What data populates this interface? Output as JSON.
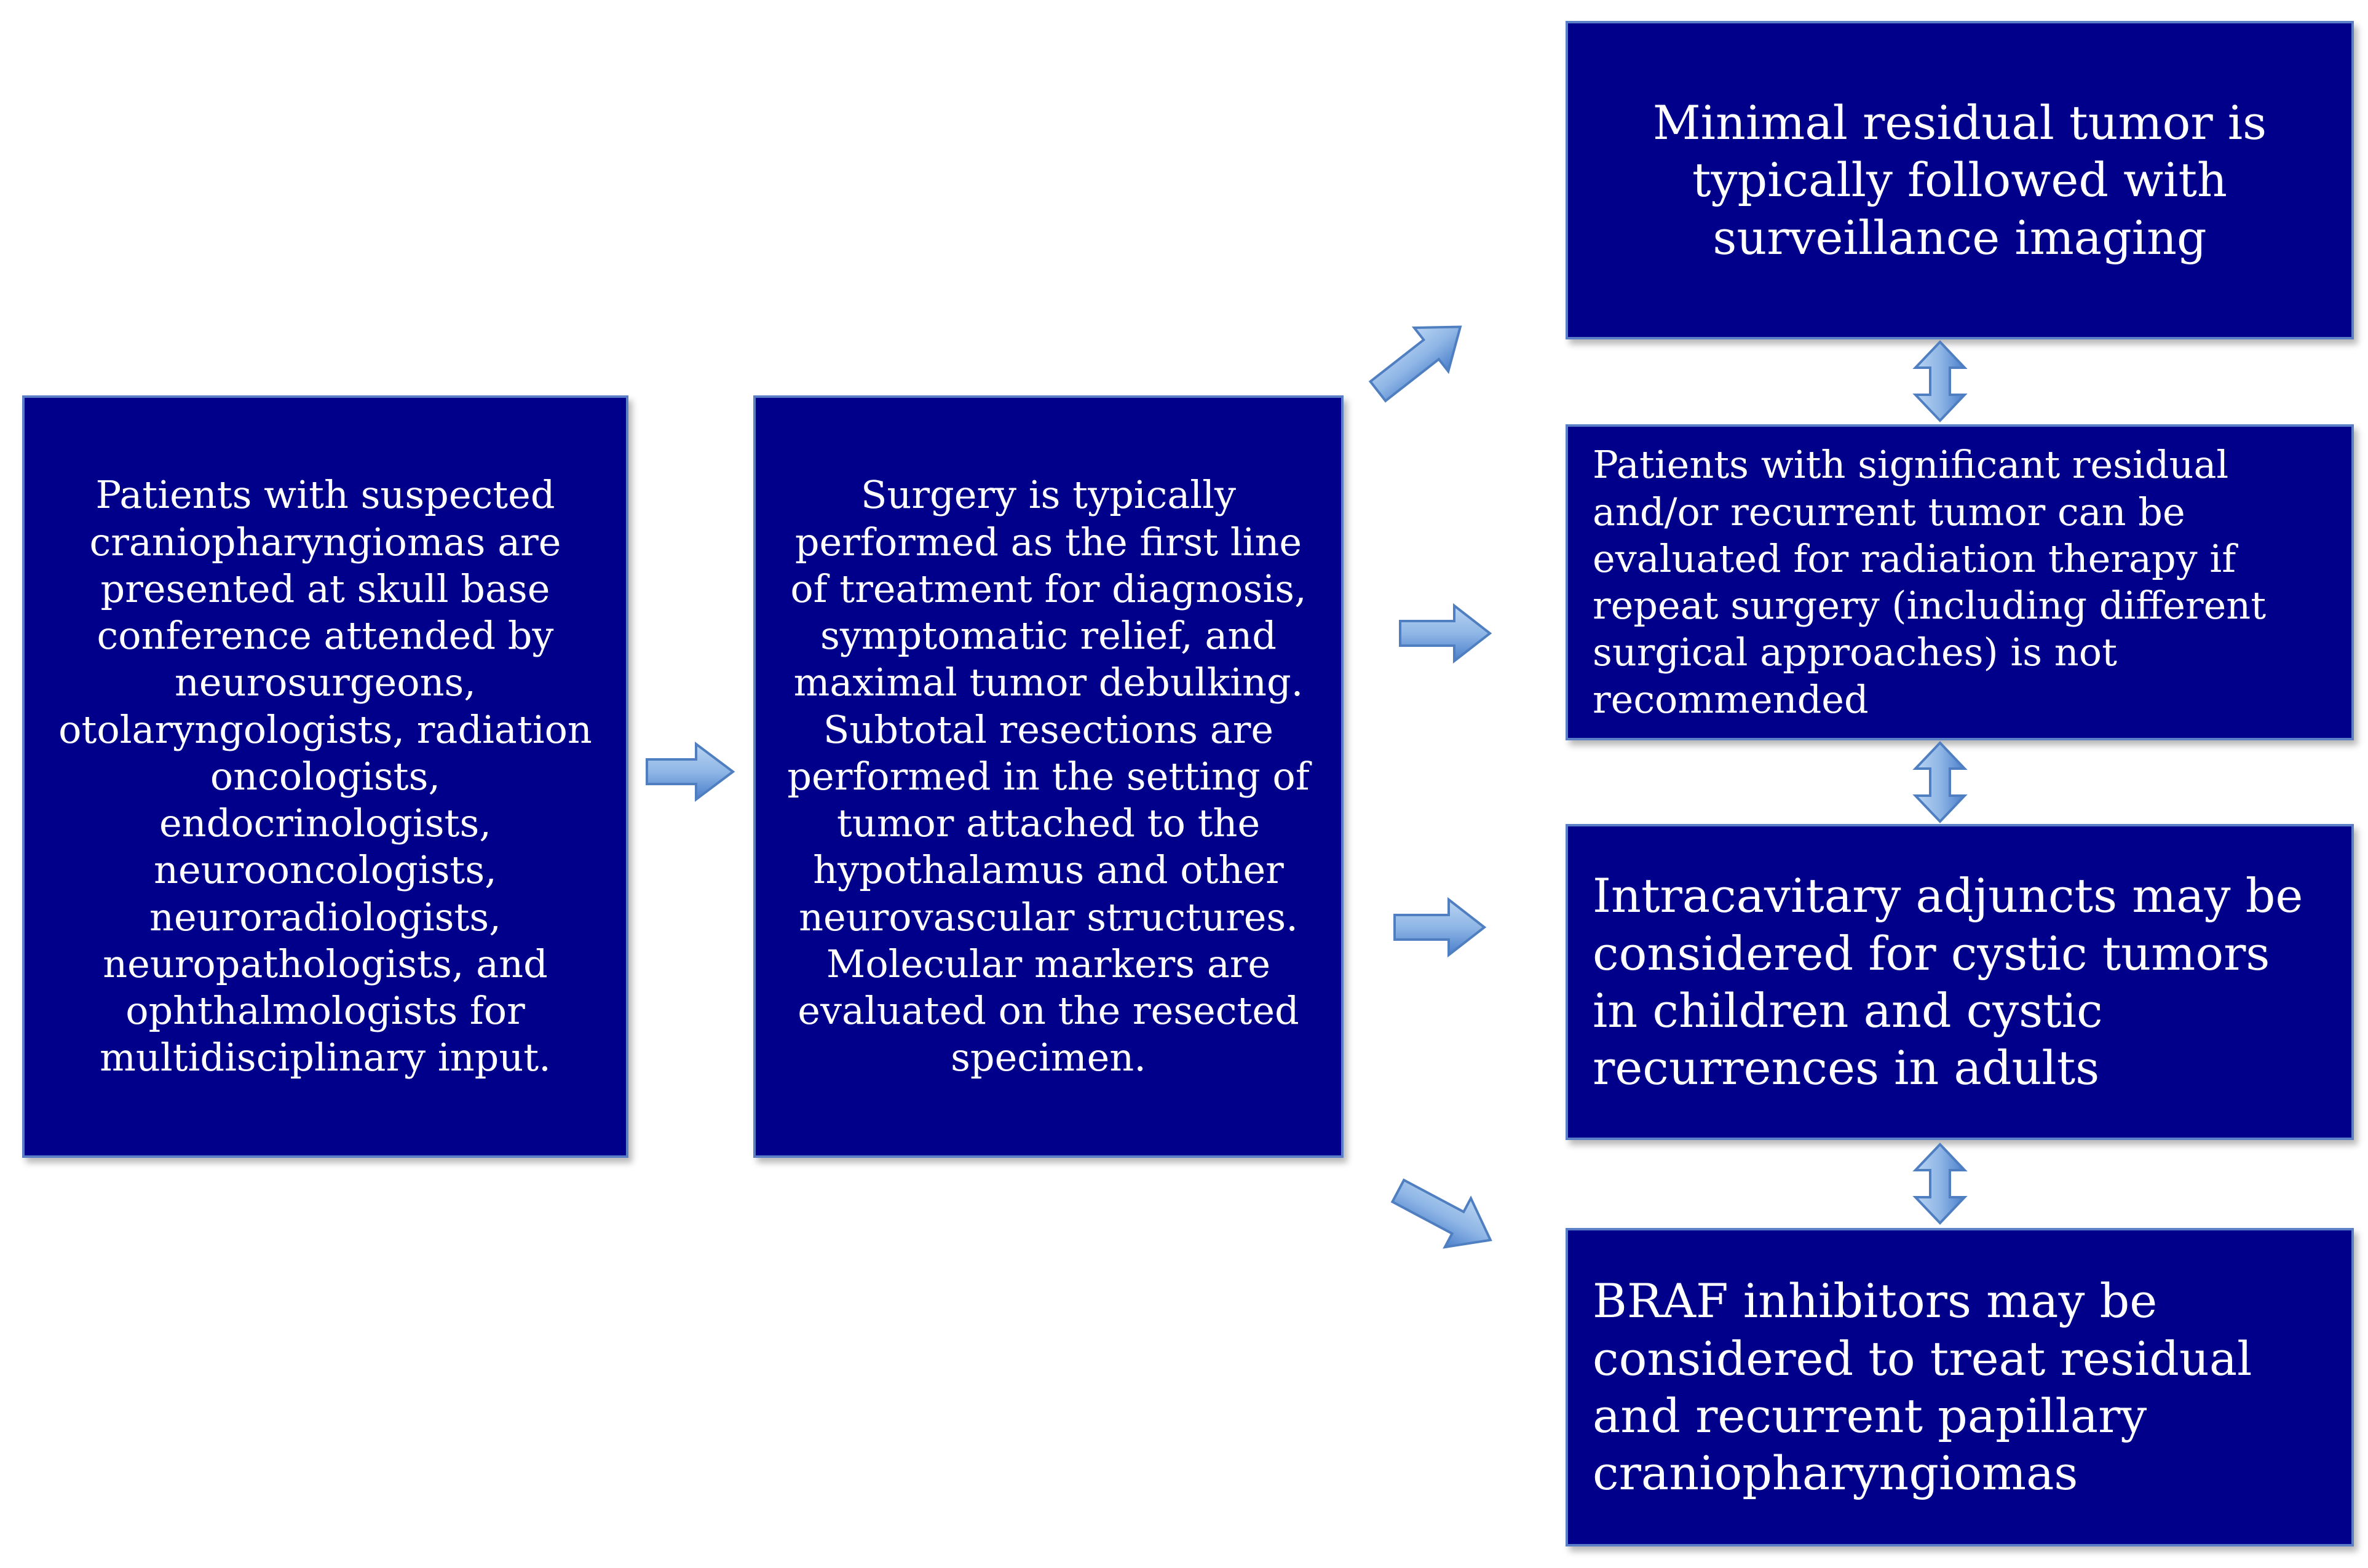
{
  "diagram": {
    "boxes": {
      "patients": "Patients with suspected craniopharyngiomas are presented at skull base conference attended by neurosurgeons, otolaryngologists, radiation oncologists, endocrinologists, neurooncologists, neuroradiologists, neuropathologists, and ophthalmologists for multidisciplinary input.",
      "surgery": "Surgery is typically performed as the first line of treatment for diagnosis, symptomatic relief, and maximal tumor debulking. Subtotal resections are performed in the setting of tumor attached to the hypothalamus and other neurovascular structures. Molecular markers are evaluated on the resected specimen.",
      "minimal_residual": "Minimal residual tumor is typically followed with surveillance imaging",
      "significant_residual": "Patients with significant residual and/or recurrent tumor can be evaluated for radiation therapy if repeat surgery (including different surgical approaches) is not recommended",
      "intracavitary": "Intracavitary adjuncts may be considered for cystic tumors in children and cystic recurrences in adults",
      "braf": "BRAF inhibitors may be considered to treat residual and recurrent papillary craniopharyngiomas"
    }
  },
  "colors": {
    "box_fill": "#00008b",
    "box_border": "#5b7fc6",
    "text": "#ffffff",
    "arrow_light": "#9dc3ec",
    "arrow_dark": "#4a7fcb",
    "arrow_stroke": "#4f7fc0"
  }
}
